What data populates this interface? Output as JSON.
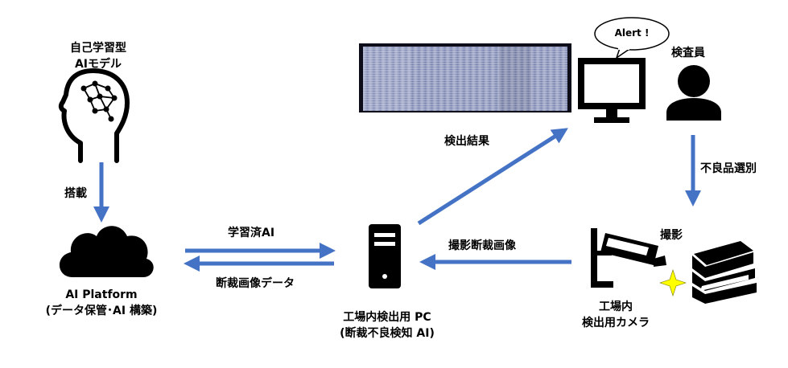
{
  "ai_model": {
    "line1": "自己学習型",
    "line2": "AIモデル"
  },
  "edges": {
    "mount": "搭載",
    "trained_ai": "学習済AI",
    "image_data": "断裁画像データ",
    "inspection_result": "検出結果",
    "captured_image": "撮影断裁画像",
    "defect_sorting": "不良品選別",
    "capture": "撮影"
  },
  "ai_platform": {
    "line1": "AI Platform",
    "line2": "(データ保管･AI 構築)"
  },
  "factory_pc": {
    "line1": "工場内検出用 PC",
    "line2": "(断裁不良検知 AI)"
  },
  "factory_camera": {
    "line1": "工場内",
    "line2": "検出用カメラ"
  },
  "inspector": {
    "label": "検査員"
  },
  "alert": {
    "text": "Alert !"
  },
  "colors": {
    "arrow": "#4472c4",
    "icon": "#000000",
    "sparkle": "#ffff00",
    "paper": "#8f97bd"
  },
  "icons": [
    "head-brain-icon",
    "cloud-icon",
    "server-icon",
    "monitor-icon",
    "person-icon",
    "camera-icon",
    "books-icon",
    "sparkle-icon"
  ]
}
